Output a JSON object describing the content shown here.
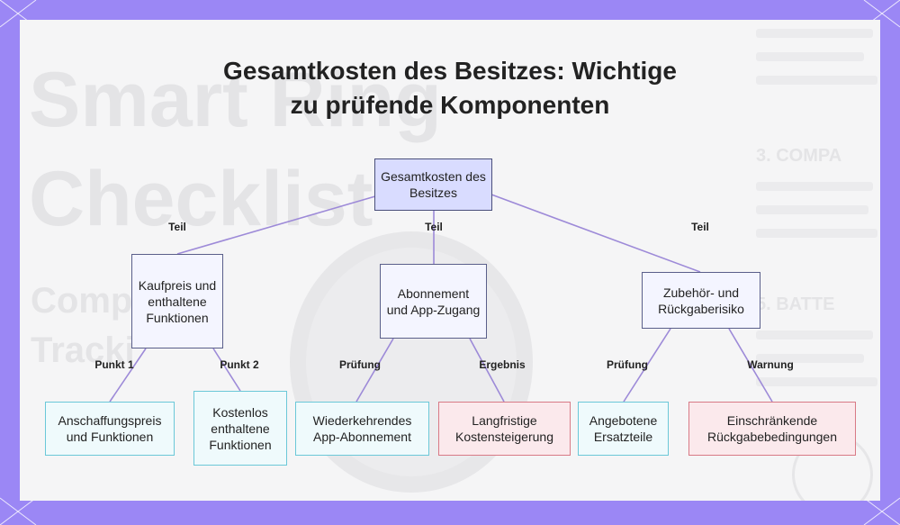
{
  "title": {
    "line1": "Gesamtkosten des Besitzes: Wichtige",
    "line2": "zu prüfende Komponenten"
  },
  "background": {
    "text1": "Smart Ring",
    "text2": "Checklist",
    "text3": "Compa",
    "text4": "Tracki",
    "heading1": "3. COMPA",
    "heading2": "5. BATTE"
  },
  "nodes": {
    "root": "Gesamtkosten des Besitzes",
    "purchase": "Kaufpreis und enthaltene Funktionen",
    "subscription": "Abonnement und App-Zugang",
    "accessories": "Zubehör- und Rückgaberisiko",
    "acquisition": "Anschaffungspreis und Funktionen",
    "free_features": "Kostenlos enthaltene Funktionen",
    "recurring_sub": "Wiederkehrendes App-Abonnement",
    "long_term": "Langfristige Kostensteigerung",
    "spare_parts": "Angebotene Ersatzteile",
    "return_terms": "Einschränkende Rückgabebedingungen"
  },
  "edge_labels": {
    "teil_left": "Teil",
    "teil_mid": "Teil",
    "teil_right": "Teil",
    "punkt1": "Punkt 1",
    "punkt2": "Punkt 2",
    "pruefung_mid": "Prüfung",
    "ergebnis": "Ergebnis",
    "pruefung_right": "Prüfung",
    "warnung": "Warnung"
  },
  "colors": {
    "frame": "#9b87f5",
    "edge": "#9d8ad8",
    "root_fill": "#d9dcff",
    "cyan_border": "#6bc8d8",
    "red_border": "#d87a86"
  }
}
